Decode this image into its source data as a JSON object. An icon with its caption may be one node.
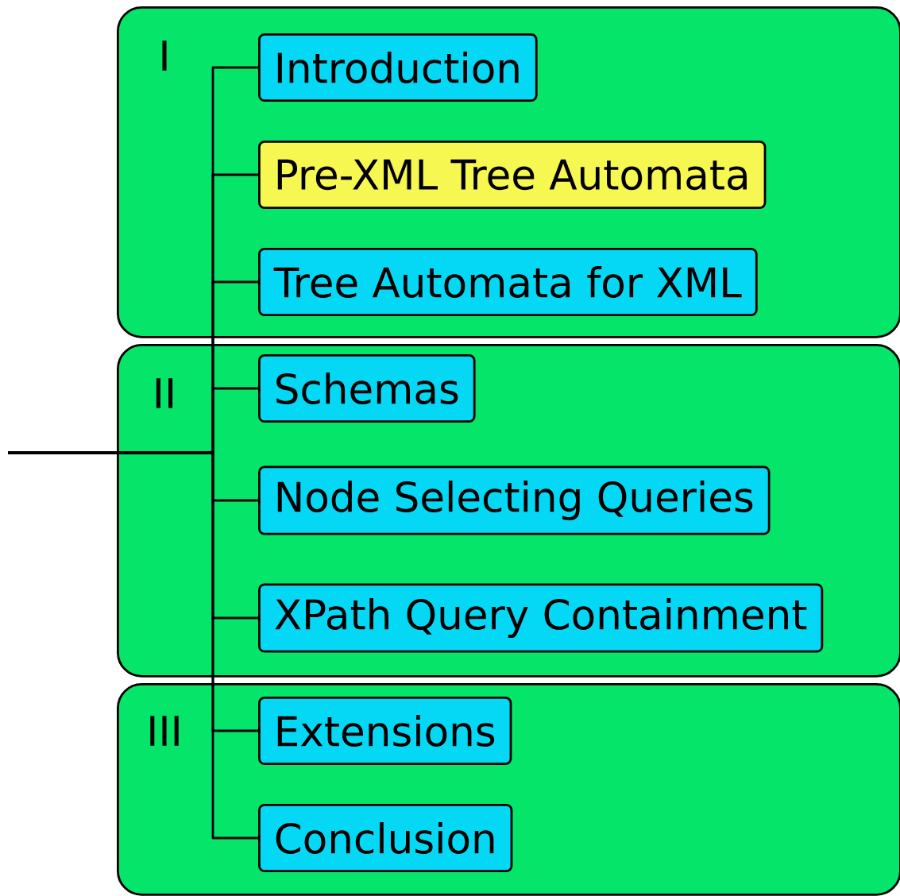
{
  "diagram": {
    "nodes": [
      {
        "text": [
          "I"
        ]
      },
      {
        "text": [
          "Introduction"
        ],
        "in": 0
      },
      {
        "text": [
          "Pre-XML Tree Automata"
        ],
        "in": 0
      },
      {
        "text": [
          "Tree Automata for XML"
        ],
        "in": 0
      },
      {
        "text": [
          "II"
        ]
      },
      {
        "text": [
          "Schemas"
        ],
        "in": 4
      },
      {
        "text": [
          "Node Selecting Queries"
        ],
        "in": 4
      },
      {
        "text": [
          "XPath Query Containment"
        ],
        "in": 4
      },
      {
        "text": [
          "III"
        ]
      },
      {
        "text": [
          "Extensions"
        ],
        "in": 8
      },
      {
        "text": [
          "Conclusion"
        ],
        "in": 8
      }
    ],
    "edges": [
      {
        "from": null,
        "to": 1,
        "arrow": "none"
      },
      {
        "from": null,
        "to": 2,
        "arrow": "none"
      },
      {
        "from": null,
        "to": 3,
        "arrow": "none"
      },
      {
        "from": null,
        "to": 5,
        "arrow": "none"
      },
      {
        "from": null,
        "to": 6,
        "arrow": "none"
      },
      {
        "from": null,
        "to": 7,
        "arrow": "none"
      },
      {
        "from": null,
        "to": 9,
        "arrow": "none"
      },
      {
        "from": null,
        "to": 10,
        "arrow": "none"
      }
    ]
  }
}
